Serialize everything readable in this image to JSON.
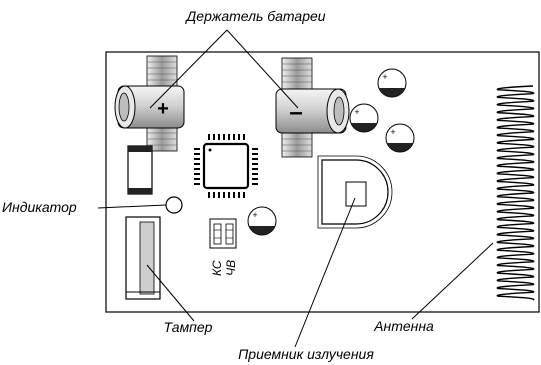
{
  "labels": {
    "battery_holder": "Держатель батареи",
    "indicator": "Индикатор",
    "tamper": "Тампер",
    "antenna": "Антенна",
    "receiver": "Приемник излучения",
    "jumper_kc": "КС",
    "jumper_chv": "ЧВ"
  },
  "polarity": {
    "plus": "+",
    "minus": "–",
    "cap_plus": "+"
  },
  "colors": {
    "board_outline": "#000000",
    "background": "#ffffff"
  }
}
